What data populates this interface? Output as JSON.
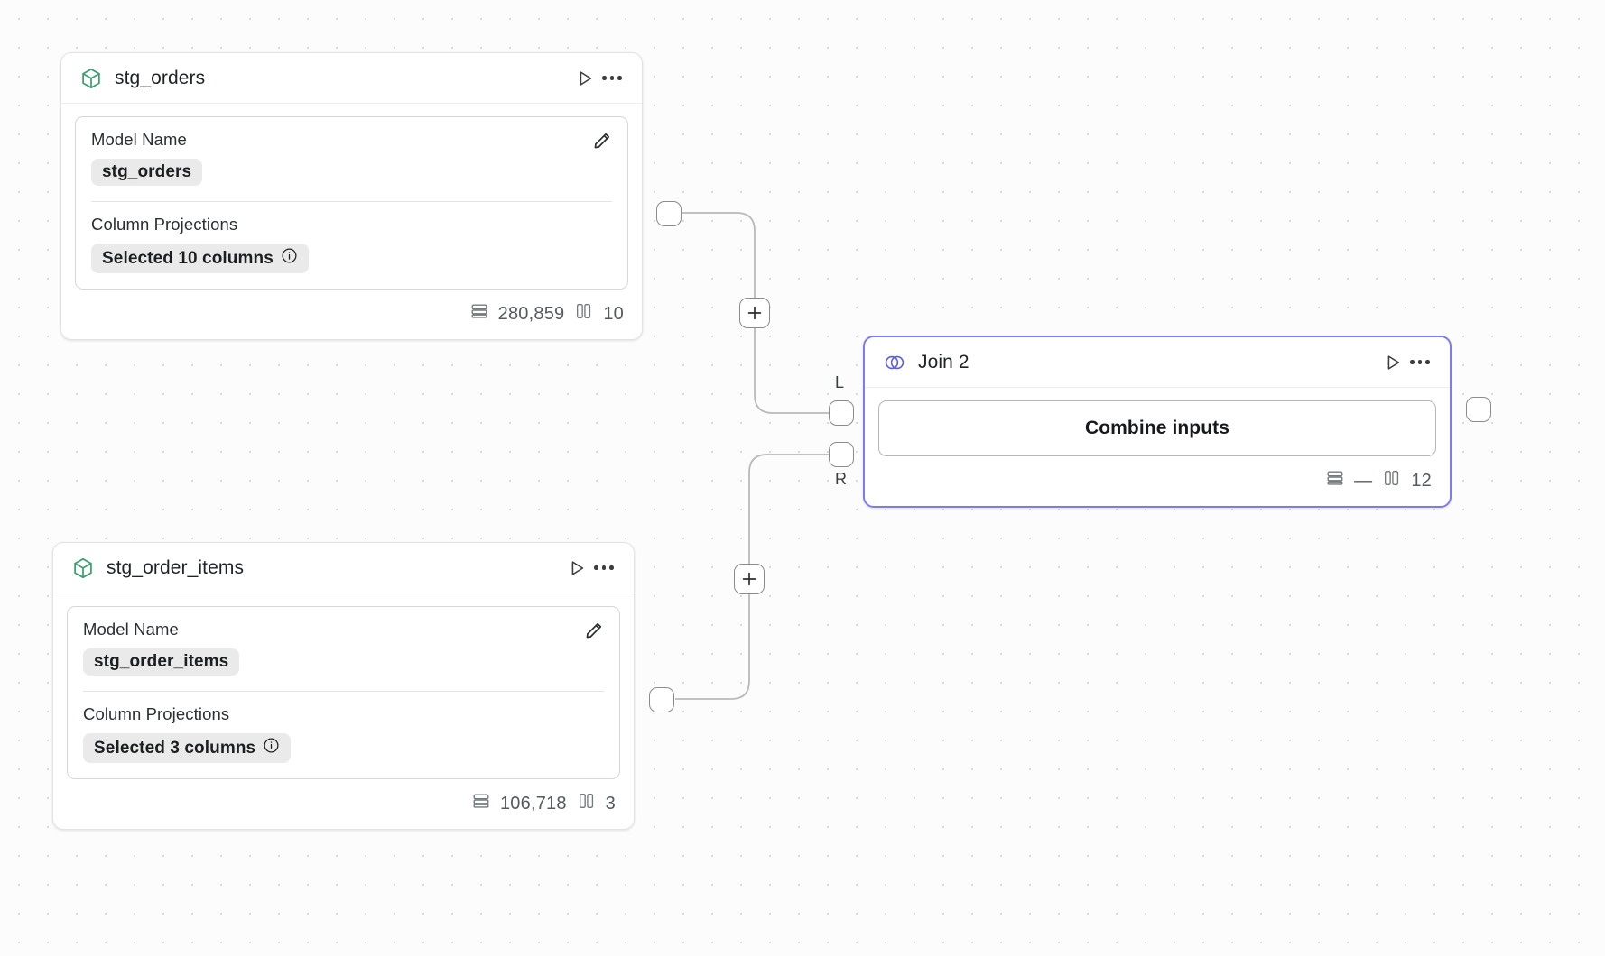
{
  "canvas": {
    "background_color": "#fcfcfc",
    "grid_dot_color": "#d9d9d9",
    "accent_color": "#7c7cf0",
    "model_icon_color": "#3f9d72"
  },
  "nodes": [
    {
      "id": "stg_orders",
      "type": "model",
      "title": "stg_orders",
      "icon": "cube-icon",
      "run_icon": "play-icon",
      "menu_icon": "more-options-icon",
      "edit_icon": "pencil-icon",
      "fields": [
        {
          "label": "Model Name",
          "value": "stg_orders"
        },
        {
          "label": "Column Projections",
          "value": "Selected 10 columns",
          "info_icon": "info-icon"
        }
      ],
      "footer": {
        "rows_icon": "rows-icon",
        "rows": "280,859",
        "columns_icon": "columns-icon",
        "columns": "10"
      }
    },
    {
      "id": "stg_order_items",
      "type": "model",
      "title": "stg_order_items",
      "icon": "cube-icon",
      "run_icon": "play-icon",
      "menu_icon": "more-options-icon",
      "edit_icon": "pencil-icon",
      "fields": [
        {
          "label": "Model Name",
          "value": "stg_order_items"
        },
        {
          "label": "Column Projections",
          "value": "Selected 3 columns",
          "info_icon": "info-icon"
        }
      ],
      "footer": {
        "rows_icon": "rows-icon",
        "rows": "106,718",
        "columns_icon": "columns-icon",
        "columns": "3"
      }
    },
    {
      "id": "join_2",
      "type": "join",
      "title": "Join 2",
      "icon": "venn-join-icon",
      "run_icon": "play-icon",
      "menu_icon": "more-options-icon",
      "action_label": "Combine inputs",
      "input_labels": {
        "left": "L",
        "right": "R"
      },
      "footer": {
        "rows_icon": "rows-icon",
        "rows": "—",
        "columns_icon": "columns-icon",
        "columns": "12"
      },
      "selected": true
    }
  ],
  "edges": [
    {
      "id": "edge-orders-to-left",
      "from": "stg_orders",
      "to": "join_2",
      "to_port": "L",
      "add_label": "+"
    },
    {
      "id": "edge-order-items-to-right",
      "from": "stg_order_items",
      "to": "join_2",
      "to_port": "R",
      "add_label": "+"
    }
  ]
}
